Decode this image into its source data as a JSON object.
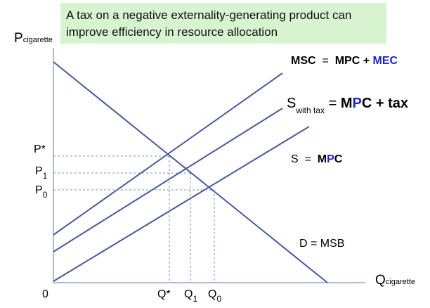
{
  "caption": {
    "line1": "A tax on a negative externality-generating product can",
    "line2": "improve efficiency in resource allocation"
  },
  "axes": {
    "y_main": "P",
    "y_sub": "cigarette",
    "x_main": "Q",
    "x_sub": "cigarette",
    "origin": "0"
  },
  "price_ticks": {
    "p_star": "P*",
    "p1_main": "P",
    "p1_sub": "1",
    "p0_main": "P",
    "p0_sub": "0"
  },
  "quantity_ticks": {
    "q_star": "Q*",
    "q1_main": "Q",
    "q1_sub": "1",
    "q0_main": "Q",
    "q0_sub": "0"
  },
  "curves": {
    "msc": {
      "lhs": "MSC",
      "eq": "=",
      "mpc": "MPC",
      "plus": "+",
      "mec": "MEC"
    },
    "s_tax": {
      "s": "S",
      "sub": "with tax",
      "eq": "=",
      "m": "M",
      "p": "P",
      "c_tax": "C + tax"
    },
    "s": {
      "lhs": "S",
      "eq": "=",
      "m": "M",
      "p": "P",
      "c": "C"
    },
    "d": {
      "text": "D = MSB"
    }
  },
  "colors": {
    "line": "#4a5a9a",
    "guide": "#7b8fc0",
    "axis": "#9aa6c8",
    "caption_bg": "#d8f3d0",
    "accent_blue": "#2222cc"
  }
}
